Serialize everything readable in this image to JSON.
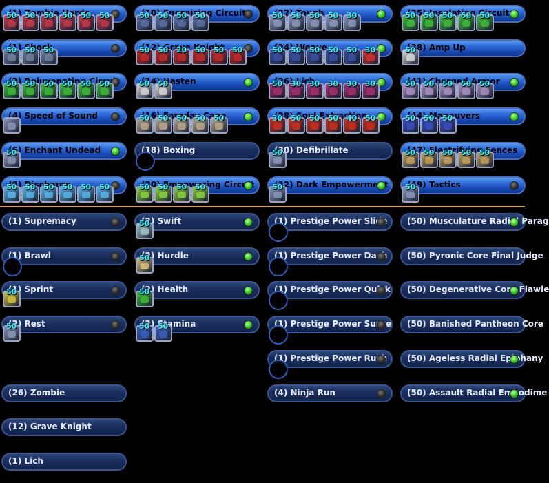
{
  "colors": {
    "active": "#2f6cd8",
    "inactive": "#1b3060",
    "divider": "#d8a24a",
    "level_text": "#35f0ff",
    "on_indicator": "#2fc21c",
    "off_indicator": "#2a2a2a"
  },
  "columns_upper": [
    [
      {
        "label": "(1) Zombie Horde",
        "state": "active",
        "indicator": "off",
        "icons": [
          {
            "lvl": "50",
            "c": "#c0394a"
          },
          {
            "lvl": "50",
            "c": "#c0394a"
          },
          {
            "lvl": "50",
            "c": "#c0394a"
          },
          {
            "lvl": "50",
            "c": "#c0394a"
          },
          {
            "lvl": "50",
            "c": "#c0394a"
          },
          {
            "lvl": "50",
            "c": "#c0394a"
          }
        ]
      },
      {
        "label": "(1) Shock",
        "state": "active",
        "indicator": "off",
        "icons": [
          {
            "lvl": "50",
            "c": "#6f7f9f"
          },
          {
            "lvl": "50",
            "c": "#6f7f9f"
          },
          {
            "lvl": "50",
            "c": "#6f7f9f"
          }
        ]
      },
      {
        "label": "(2) Rejuvenating Circuit",
        "state": "active",
        "indicator": "off",
        "icons": [
          {
            "lvl": "50",
            "c": "#3fb83a"
          },
          {
            "lvl": "50",
            "c": "#3fb83a"
          },
          {
            "lvl": "50",
            "c": "#3fb83a"
          },
          {
            "lvl": "50",
            "c": "#3fb83a"
          },
          {
            "lvl": "50",
            "c": "#3fb83a"
          },
          {
            "lvl": "50",
            "c": "#3fb83a"
          }
        ]
      },
      {
        "label": "(4) Speed of Sound",
        "state": "active",
        "indicator": "off",
        "icons": [
          {
            "lvl": "",
            "c": "#8a97b8"
          }
        ]
      },
      {
        "label": "(6) Enchant Undead",
        "state": "active",
        "indicator": "green",
        "icons": [
          {
            "lvl": "50",
            "c": "#8a97b8"
          }
        ]
      },
      {
        "label": "(8) Discharge",
        "state": "active",
        "indicator": "off",
        "icons": [
          {
            "lvl": "50",
            "c": "#5ab3e8"
          },
          {
            "lvl": "50",
            "c": "#5ab3e8"
          },
          {
            "lvl": "50",
            "c": "#5ab3e8"
          },
          {
            "lvl": "50",
            "c": "#5ab3e8"
          },
          {
            "lvl": "50",
            "c": "#5ab3e8"
          },
          {
            "lvl": "50",
            "c": "#5ab3e8"
          }
        ]
      }
    ],
    [
      {
        "label": "(10) Energizing Circuit",
        "state": "active",
        "indicator": "off",
        "icons": [
          {
            "lvl": "50",
            "c": "#5a6fa0"
          },
          {
            "lvl": "50",
            "c": "#5a6fa0"
          },
          {
            "lvl": "50",
            "c": "#5a6fa0"
          },
          {
            "lvl": "50",
            "c": "#5a6fa0"
          }
        ]
      },
      {
        "label": "(12) Grave Knight",
        "state": "active",
        "indicator": "off",
        "icons": [
          {
            "lvl": "50",
            "c": "#c02a2a"
          },
          {
            "lvl": "50",
            "c": "#c02a2a"
          },
          {
            "lvl": "20",
            "c": "#c02a2a"
          },
          {
            "lvl": "50",
            "c": "#c02a2a"
          },
          {
            "lvl": "50",
            "c": "#c02a2a"
          },
          {
            "lvl": "50",
            "c": "#c02a2a"
          }
        ]
      },
      {
        "label": "(14) Hasten",
        "state": "active",
        "indicator": "green",
        "icons": [
          {
            "lvl": "50",
            "c": "#d8d8d8"
          },
          {
            "lvl": "50",
            "c": "#d8d8d8"
          }
        ]
      },
      {
        "label": "(16) Faraday Cage",
        "state": "active",
        "indicator": "green",
        "icons": [
          {
            "lvl": "50",
            "c": "#b8a890"
          },
          {
            "lvl": "50",
            "c": "#b8a890"
          },
          {
            "lvl": "50",
            "c": "#b8a890"
          },
          {
            "lvl": "50",
            "c": "#b8a890"
          },
          {
            "lvl": "50",
            "c": "#b8a890"
          }
        ]
      },
      {
        "label": "(18) Boxing",
        "state": "inactive",
        "indicator": "none",
        "icons": [],
        "slot": true
      },
      {
        "label": "(20) Empowering Circuit",
        "state": "active",
        "indicator": "green",
        "icons": [
          {
            "lvl": "50",
            "c": "#8ad040"
          },
          {
            "lvl": "50",
            "c": "#8ad040"
          },
          {
            "lvl": "50",
            "c": "#8ad040"
          },
          {
            "lvl": "50",
            "c": "#8ad040"
          }
        ]
      }
    ],
    [
      {
        "label": "(22) Tough",
        "state": "active",
        "indicator": "green",
        "icons": [
          {
            "lvl": "50",
            "c": "#8a97b8"
          },
          {
            "lvl": "50",
            "c": "#8a97b8"
          },
          {
            "lvl": "50",
            "c": "#8a97b8"
          },
          {
            "lvl": "50",
            "c": "#8a97b8"
          },
          {
            "lvl": "30",
            "c": "#8a97b8"
          }
        ]
      },
      {
        "label": "(24) Weave",
        "state": "active",
        "indicator": "green",
        "icons": [
          {
            "lvl": "50",
            "c": "#3a4fa0"
          },
          {
            "lvl": "50",
            "c": "#3a4fa0"
          },
          {
            "lvl": "50",
            "c": "#3a4fa0"
          },
          {
            "lvl": "50",
            "c": "#3a4fa0"
          },
          {
            "lvl": "50",
            "c": "#3a4fa0"
          },
          {
            "lvl": "30",
            "c": "#d03030"
          }
        ]
      },
      {
        "label": "(26) Lich",
        "state": "active",
        "indicator": "green",
        "icons": [
          {
            "lvl": "50",
            "c": "#a03070"
          },
          {
            "lvl": "30",
            "c": "#a03070"
          },
          {
            "lvl": "30",
            "c": "#a03070"
          },
          {
            "lvl": "30",
            "c": "#a03070"
          },
          {
            "lvl": "30",
            "c": "#a03070"
          },
          {
            "lvl": "30",
            "c": "#a03070"
          }
        ]
      },
      {
        "label": "(28) Soul Extraction",
        "state": "active",
        "indicator": "green",
        "icons": [
          {
            "lvl": "30",
            "c": "#c83020"
          },
          {
            "lvl": "50",
            "c": "#c83020"
          },
          {
            "lvl": "50",
            "c": "#c83020"
          },
          {
            "lvl": "50",
            "c": "#c83020"
          },
          {
            "lvl": "40",
            "c": "#c83020"
          },
          {
            "lvl": "50",
            "c": "#c83020"
          }
        ]
      },
      {
        "label": "(30) Defibrillate",
        "state": "inactive",
        "indicator": "none",
        "icons": [
          {
            "lvl": "50",
            "c": "#8a97b8"
          }
        ]
      },
      {
        "label": "(32) Dark Empowerment",
        "state": "active",
        "indicator": "green",
        "icons": [
          {
            "lvl": "50",
            "c": "#8a97b8"
          }
        ]
      }
    ],
    [
      {
        "label": "(35) Insulating Circuit",
        "state": "active",
        "indicator": "green",
        "icons": [
          {
            "lvl": "50",
            "c": "#3fb83a"
          },
          {
            "lvl": "50",
            "c": "#3fb83a"
          },
          {
            "lvl": "50",
            "c": "#3fb83a"
          },
          {
            "lvl": "50",
            "c": "#3fb83a"
          },
          {
            "lvl": "50",
            "c": "#3fb83a"
          }
        ]
      },
      {
        "label": "(38) Amp Up",
        "state": "active",
        "indicator": "none",
        "icons": [
          {
            "lvl": "50",
            "c": "#d8d8d8"
          }
        ]
      },
      {
        "label": "(41) Charged Armor",
        "state": "active",
        "indicator": "green",
        "icons": [
          {
            "lvl": "50",
            "c": "#a890c0"
          },
          {
            "lvl": "50",
            "c": "#a890c0"
          },
          {
            "lvl": "50",
            "c": "#a890c0"
          },
          {
            "lvl": "50",
            "c": "#a890c0"
          },
          {
            "lvl": "50",
            "c": "#a890c0"
          }
        ]
      },
      {
        "label": "(44) Maneuvers",
        "state": "active",
        "indicator": "green",
        "icons": [
          {
            "lvl": "50",
            "c": "#3a4fc0"
          },
          {
            "lvl": "50",
            "c": "#3a4fc0"
          },
          {
            "lvl": "50",
            "c": "#3a4fc0"
          }
        ]
      },
      {
        "label": "(47) Electrifying Fences",
        "state": "active",
        "indicator": "none",
        "icons": [
          {
            "lvl": "50",
            "c": "#c0a060"
          },
          {
            "lvl": "50",
            "c": "#c0a060"
          },
          {
            "lvl": "50",
            "c": "#c0a060"
          },
          {
            "lvl": "50",
            "c": "#c0a060"
          },
          {
            "lvl": "50",
            "c": "#c0a060"
          }
        ]
      },
      {
        "label": "(49) Tactics",
        "state": "active",
        "indicator": "off",
        "icons": [
          {
            "lvl": "50",
            "c": "#8a97b8"
          }
        ]
      }
    ]
  ],
  "columns_lower": [
    [
      {
        "label": "(1) Supremacy",
        "state": "inactive",
        "indicator": "off",
        "icons": []
      },
      {
        "label": "(1) Brawl",
        "state": "inactive",
        "indicator": "off",
        "icons": [],
        "slot": true
      },
      {
        "label": "(1) Sprint",
        "state": "inactive",
        "indicator": "off",
        "icons": [
          {
            "lvl": "50",
            "c": "#d0c040"
          }
        ]
      },
      {
        "label": "(2) Rest",
        "state": "inactive",
        "indicator": "off",
        "icons": [
          {
            "lvl": "50",
            "c": "#8a97b8"
          }
        ]
      },
      null,
      {
        "label": "(26) Zombie",
        "state": "inactive",
        "indicator": "none",
        "icons": []
      },
      {
        "label": "(12) Grave Knight",
        "state": "inactive",
        "indicator": "none",
        "icons": []
      },
      {
        "label": "(1) Lich",
        "state": "inactive",
        "indicator": "none",
        "icons": []
      }
    ],
    [
      {
        "label": "(2) Swift",
        "state": "inactive",
        "indicator": "green",
        "icons": [
          {
            "lvl": "50",
            "c": "#a0c8c8"
          }
        ]
      },
      {
        "label": "(2) Hurdle",
        "state": "inactive",
        "indicator": "green",
        "icons": [
          {
            "lvl": "50",
            "c": "#d8c080"
          }
        ]
      },
      {
        "label": "(2) Health",
        "state": "inactive",
        "indicator": "green",
        "icons": [
          {
            "lvl": "50",
            "c": "#3fb83a"
          }
        ]
      },
      {
        "label": "(2) Stamina",
        "state": "inactive",
        "indicator": "green",
        "icons": [
          {
            "lvl": "50",
            "c": "#3a5fc0"
          },
          {
            "lvl": "50",
            "c": "#3a5fc0"
          }
        ]
      }
    ],
    [
      {
        "label": "(1) Prestige Power Slide",
        "state": "inactive",
        "indicator": "off",
        "icons": [],
        "slot": true
      },
      {
        "label": "(1) Prestige Power Dash",
        "state": "inactive",
        "indicator": "off",
        "icons": [],
        "slot": true
      },
      {
        "label": "(1) Prestige Power Quick",
        "state": "inactive",
        "indicator": "off",
        "icons": [],
        "slot": true
      },
      {
        "label": "(1) Prestige Power Surge",
        "state": "inactive",
        "indicator": "off",
        "icons": [],
        "slot": true
      },
      {
        "label": "(1) Prestige Power Rush",
        "state": "inactive",
        "indicator": "off",
        "icons": [],
        "slot": true
      },
      {
        "label": "(4) Ninja Run",
        "state": "inactive",
        "indicator": "off",
        "icons": []
      }
    ],
    [
      {
        "label": "(50) Musculature Radial Parag",
        "state": "inactive",
        "indicator": "green",
        "icons": []
      },
      {
        "label": "(50) Pyronic Core Final Judge",
        "state": "inactive",
        "indicator": "none",
        "icons": []
      },
      {
        "label": "(50) Degenerative Core Flawle",
        "state": "inactive",
        "indicator": "green",
        "icons": []
      },
      {
        "label": "(50) Banished Pantheon Core",
        "state": "inactive",
        "indicator": "none",
        "icons": []
      },
      {
        "label": "(50) Ageless Radial Epiphany",
        "state": "inactive",
        "indicator": "green",
        "icons": []
      },
      {
        "label": "(50) Assault Radial Embodime",
        "state": "inactive",
        "indicator": "green",
        "icons": []
      }
    ]
  ]
}
